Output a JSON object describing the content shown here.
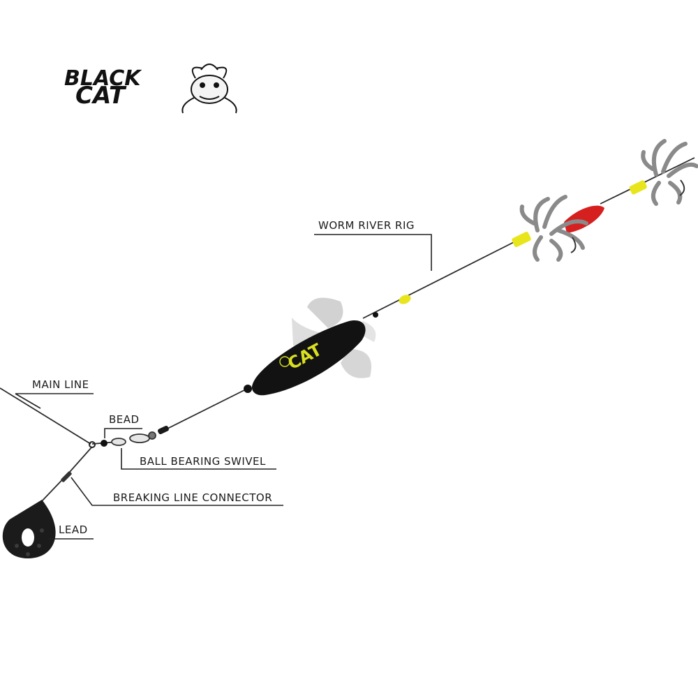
{
  "logo": {
    "line1": "BLACK",
    "line2": "CAT",
    "mascot_icon": "catfish-icon"
  },
  "labels": {
    "worm_river_rig": "WORM RIVER RIG",
    "main_line": "MAIN LINE",
    "bead": "BEAD",
    "ball_bearing_swivel": "BALL BEARING SWIVEL",
    "breaking_line_connector": "BREAKING LINE CONNECTOR",
    "lead": "LEAD"
  },
  "float_text": "CAT",
  "colors": {
    "float_body": "#111111",
    "float_text": "#d9e021",
    "beads_yellow": "#e8e51c",
    "red_bead": "#d61f1f",
    "worms": "#8a8a8a",
    "fins": "#cfcfcf"
  }
}
